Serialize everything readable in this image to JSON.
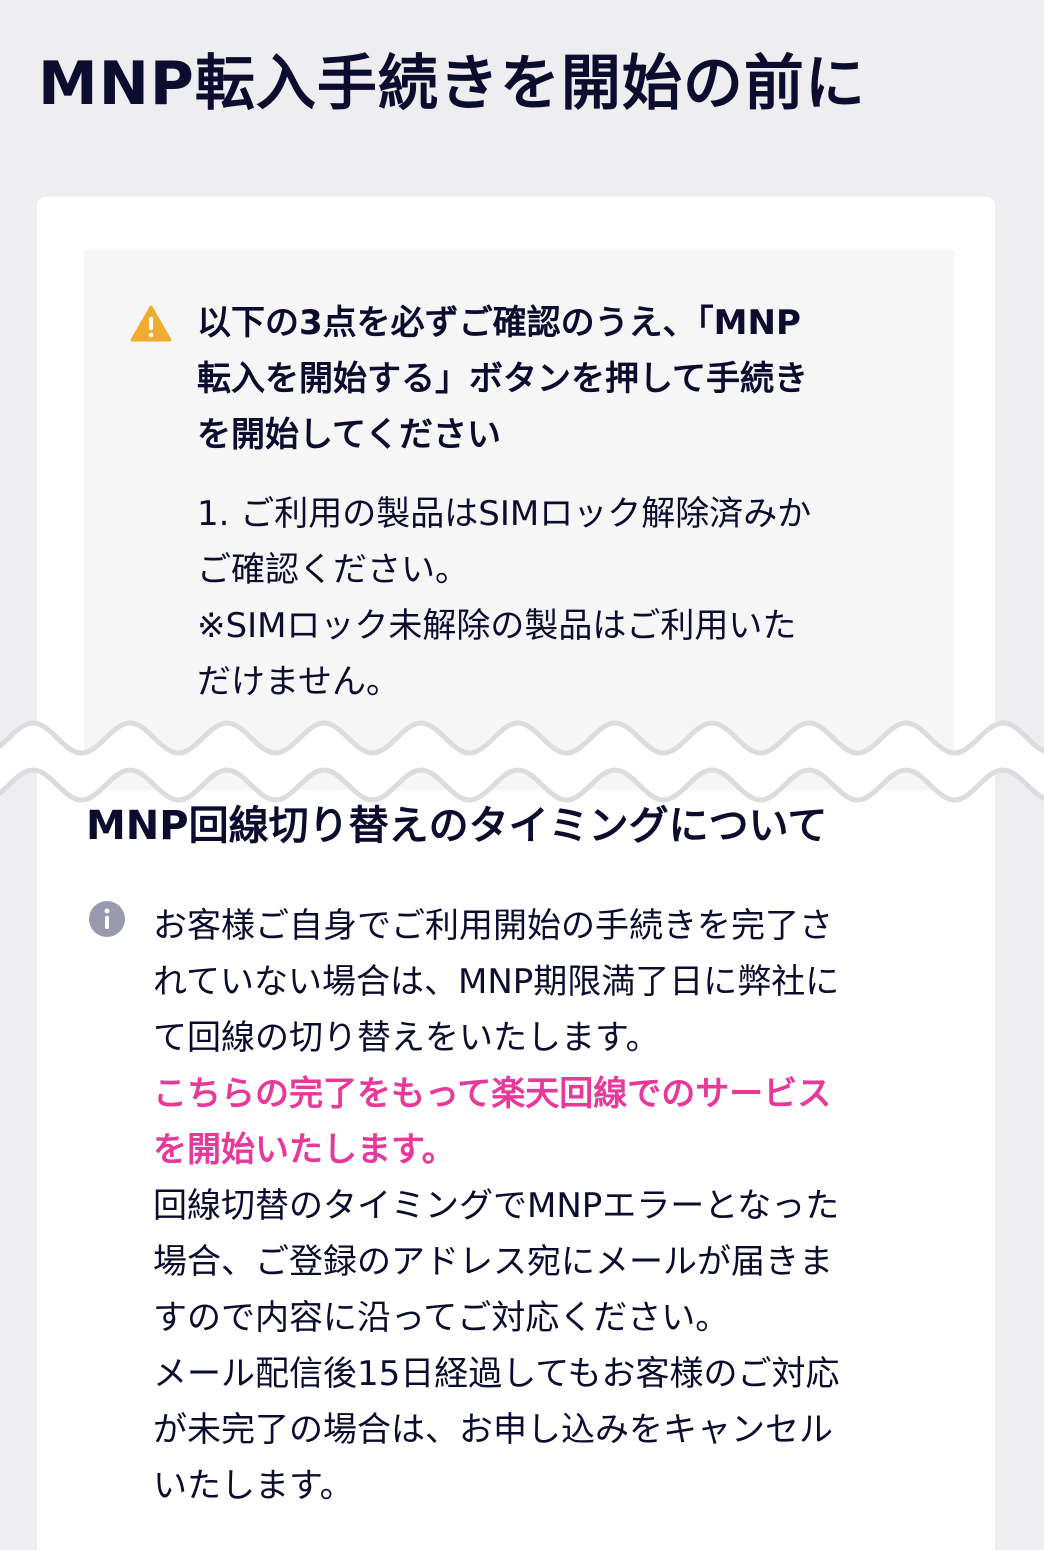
{
  "page": {
    "title": "MNP転入手続きを開始の前に"
  },
  "notice": {
    "icon": "warning-icon",
    "warning_lines": [
      "以下の3点を必ずご確認のうえ、「MNP",
      "転入を開始する」ボタンを押して手続き",
      "を開始してください"
    ],
    "item1_lines": [
      "1. ご利用の製品はSIMロック解除済みか",
      "ご確認ください。",
      "※SIMロック未解除の製品はご利用いた",
      "だけません。"
    ]
  },
  "timing": {
    "heading": "MNP回線切り替えのタイミングについて",
    "icon": "info-icon",
    "lines": [
      {
        "text": "お客様ご自身でご利用開始の手続きを完了さ",
        "highlight": false
      },
      {
        "text": "れていない場合は、MNP期限満了日に弊社に",
        "highlight": false
      },
      {
        "text": "て回線の切り替えをいたします。",
        "highlight": false
      },
      {
        "text": "こちらの完了をもって楽天回線でのサービス",
        "highlight": true
      },
      {
        "text": "を開始いたします。",
        "highlight": true
      },
      {
        "text": "回線切替のタイミングでMNPエラーとなった",
        "highlight": false
      },
      {
        "text": "場合、ご登録のアドレス宛にメールが届きま",
        "highlight": false
      },
      {
        "text": "すので内容に沿ってご対応ください。",
        "highlight": false
      },
      {
        "text": "メール配信後15日経過してもお客様のご対応",
        "highlight": false
      },
      {
        "text": "が未完了の場合は、お申し込みをキャンセル",
        "highlight": false
      },
      {
        "text": "いたします。",
        "highlight": false
      }
    ]
  },
  "colors": {
    "highlight": "#e8389a",
    "warning": "#f0ac2e",
    "info": "#9a9aae",
    "text": "#0c0c2e"
  }
}
